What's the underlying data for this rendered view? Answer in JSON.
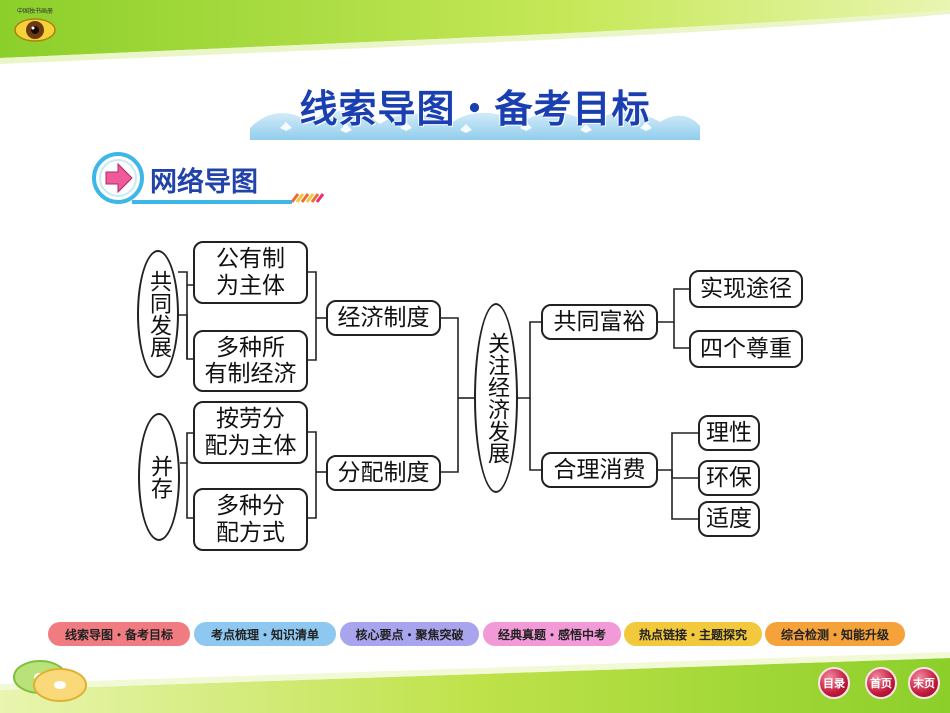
{
  "header": {
    "logo_text": "中国独书画册",
    "title": "线索导图・备考目标"
  },
  "section": {
    "label": "网络导图"
  },
  "diagram": {
    "left_ellipse_top": "共同发展",
    "left_ellipse_bottom": "并存",
    "box_public": "公有制为主体",
    "box_public_l1": "公有制",
    "box_public_l2": "为主体",
    "box_multi_l1": "多种所",
    "box_multi_l2": "有制经济",
    "box_labor_l1": "按劳分",
    "box_labor_l2": "配为主体",
    "box_multidist_l1": "多种分",
    "box_multidist_l2": "配方式",
    "mid_economic": "经济制度",
    "mid_distribution": "分配制度",
    "center_ellipse": "关注经济发展",
    "right_common": "共同富裕",
    "right_consume": "合理消费",
    "far_path": "实现途径",
    "far_respect": "四个尊重",
    "far_rational": "理性",
    "far_green": "环保",
    "far_moderate": "适度"
  },
  "nav": {
    "items": [
      {
        "label": "线索导图・备考目标",
        "color": "#f07c82"
      },
      {
        "label": "考点梳理・知识清单",
        "color": "#8ec8f0"
      },
      {
        "label": "核心要点・聚焦突破",
        "color": "#a9a4ee"
      },
      {
        "label": "经典真题・感悟中考",
        "color": "#f29ad8"
      },
      {
        "label": "热点链接・主题探究",
        "color": "#f2c83c"
      },
      {
        "label": "综合检测・知能升级",
        "color": "#f5a23a"
      }
    ],
    "catalog": "目录",
    "home": "首页",
    "last": "末页"
  }
}
